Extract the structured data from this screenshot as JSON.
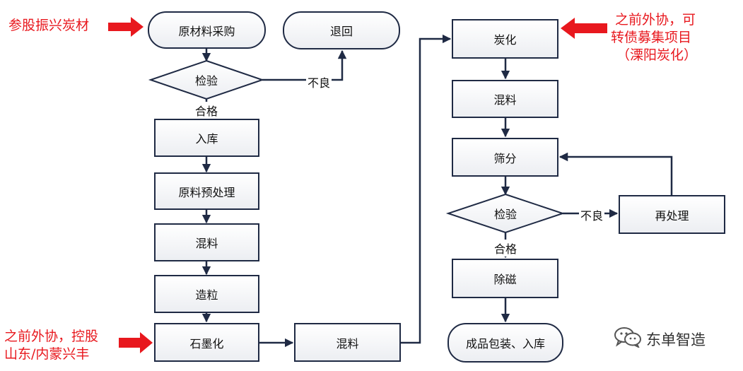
{
  "nodes": {
    "raw_purchase": "原材料采购",
    "return": "退回",
    "inspect1": "检验",
    "warehouse_in": "入库",
    "pretreat": "原料预处理",
    "mix1": "混料",
    "granulate": "造粒",
    "graphitize": "石墨化",
    "mix2": "混料",
    "carbonize": "炭化",
    "mix3": "混料",
    "sieve": "筛分",
    "inspect2": "检验",
    "reprocess": "再处理",
    "demagnetize": "除磁",
    "final_pack": "成品包装、入库"
  },
  "edge_labels": {
    "reject1": "不良",
    "pass1": "合格",
    "reject2": "不良",
    "pass2": "合格"
  },
  "annotations": {
    "top_left": "参股振兴炭材",
    "top_right_line1": "之前外协，可",
    "top_right_line2": "转债募集项目",
    "top_right_line3": "（溧阳炭化）",
    "bottom_left_line1": "之前外协，控股",
    "bottom_left_line2": "山东/内蒙兴丰"
  },
  "watermark": {
    "text": "东单智造",
    "icon": "wechat-icon"
  },
  "colors": {
    "line": "#1f2a44",
    "annotation": "#e8181e"
  }
}
